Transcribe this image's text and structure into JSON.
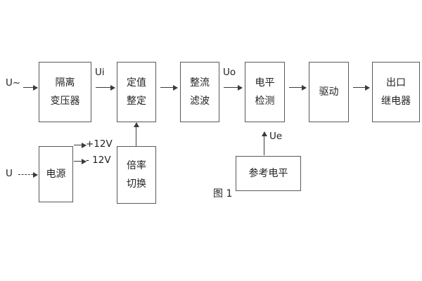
{
  "figure": {
    "caption": "图 1",
    "blocks": [
      {
        "id": "isolation-transformer",
        "line1": "隔离",
        "line2": "变压器"
      },
      {
        "id": "setting-value",
        "line1": "定值",
        "line2": "整定"
      },
      {
        "id": "rectify-filter",
        "line1": "整流",
        "line2": "滤波"
      },
      {
        "id": "level-detection",
        "line1": "电平",
        "line2": "检测"
      },
      {
        "id": "drive",
        "line1": "驱动",
        "line2": ""
      },
      {
        "id": "output-relay",
        "line1": "出口",
        "line2": "继电器"
      },
      {
        "id": "power-supply",
        "line1": "电源",
        "line2": ""
      },
      {
        "id": "multiplier-switch",
        "line1": "倍率",
        "line2": "切换"
      },
      {
        "id": "reference-level",
        "line1": "参考电平",
        "line2": ""
      }
    ],
    "signals": {
      "input_ac": "U~",
      "input_dc": "U",
      "ui": "Ui",
      "uo": "Uo",
      "ue": "Ue",
      "rail_positive": "+12V",
      "rail_negative": "- 12V"
    },
    "colors": {
      "stroke": "#58595b",
      "arrow": "#3b3b3d",
      "text": "#231f20",
      "background": "#ffffff"
    }
  }
}
